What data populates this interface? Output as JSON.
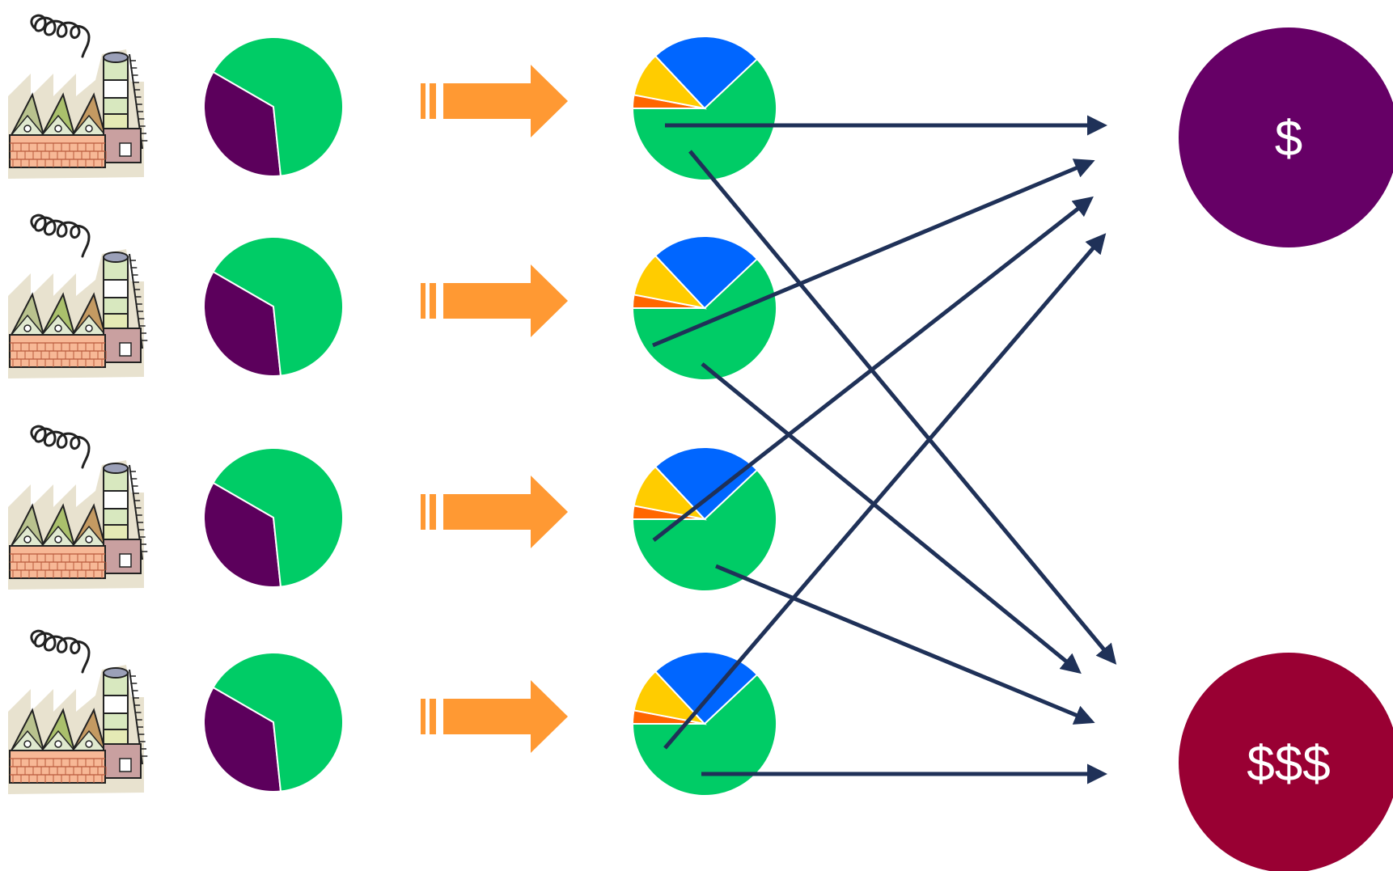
{
  "colors": {
    "background": "#ffffff",
    "waste_share": "#5c005c",
    "product_share": "#00cc66",
    "slice_orange": "#ff6600",
    "slice_yellow": "#ffcc00",
    "slice_blue": "#0066ff",
    "process_arrow": "#ff9933",
    "flow_arrow": "#1f3158",
    "low_value_circle": "#660066",
    "high_value_circle": "#990033",
    "label_text": "#ffffff"
  },
  "rows": [
    {
      "factory_icon": "factory-icon",
      "input_share": {
        "waste": 0.35,
        "product": 0.65
      },
      "process_arrow_icon": "arrow-right-icon",
      "output_share": {
        "product": 0.62,
        "orange": 0.03,
        "yellow": 0.1,
        "blue": 0.25
      }
    },
    {
      "factory_icon": "factory-icon",
      "input_share": {
        "waste": 0.35,
        "product": 0.65
      },
      "process_arrow_icon": "arrow-right-icon",
      "output_share": {
        "product": 0.62,
        "orange": 0.03,
        "yellow": 0.1,
        "blue": 0.25
      }
    },
    {
      "factory_icon": "factory-icon",
      "input_share": {
        "waste": 0.35,
        "product": 0.65
      },
      "process_arrow_icon": "arrow-right-icon",
      "output_share": {
        "product": 0.62,
        "orange": 0.03,
        "yellow": 0.1,
        "blue": 0.25
      }
    },
    {
      "factory_icon": "factory-icon",
      "input_share": {
        "waste": 0.35,
        "product": 0.65
      },
      "process_arrow_icon": "arrow-right-icon",
      "output_share": {
        "product": 0.62,
        "orange": 0.03,
        "yellow": 0.1,
        "blue": 0.25
      }
    }
  ],
  "destinations": {
    "low_value": {
      "label": "$"
    },
    "high_value": {
      "label": "$$$"
    }
  }
}
